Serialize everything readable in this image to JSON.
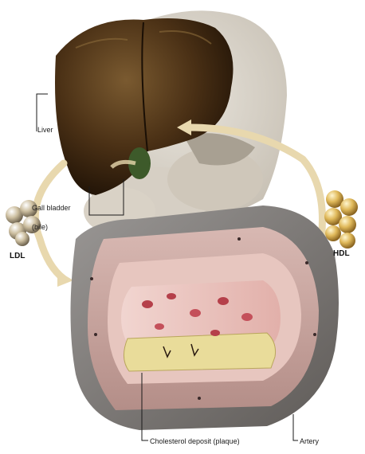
{
  "labels": {
    "liver": "Liver",
    "gall_bladder_line1": "Gall bladder",
    "gall_bladder_line2": "(bile)",
    "ldl": "LDL",
    "hdl": "HDL",
    "plaque": "Cholesterol deposit (plaque)",
    "artery": "Artery"
  },
  "colors": {
    "liver": "#3a2410",
    "artery_wall": "#c9a9a4",
    "lumen": "#e9c2be",
    "plaque": "#e9dc9a",
    "arrow": "#e8d8ae",
    "lipoprotein": "#d9b45a"
  }
}
